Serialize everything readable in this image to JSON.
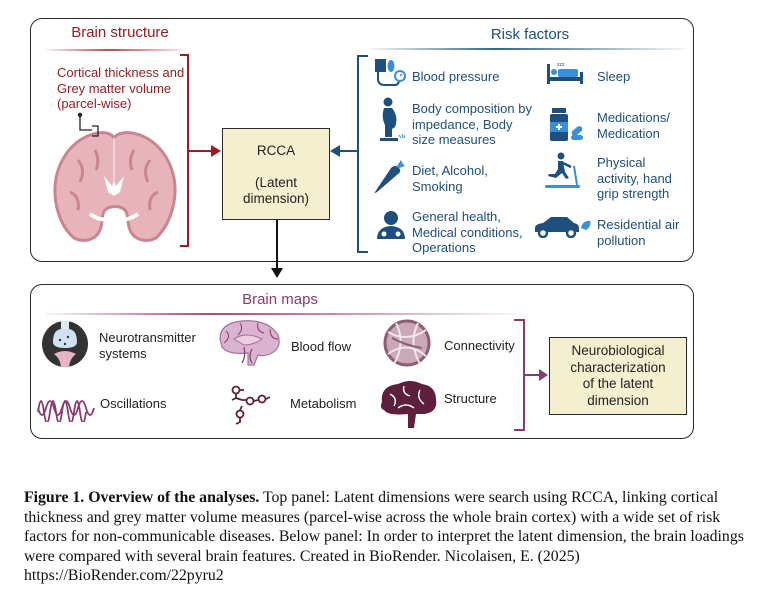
{
  "top_panel": {
    "brain_structure": {
      "title": "Brain structure",
      "measure_lines": [
        "Cortical thickness and",
        "Grey matter volume",
        "(parcel-wise)"
      ],
      "color": "#9b1c22"
    },
    "rcca_box": {
      "line1": "RCCA",
      "line2": "(Latent",
      "line3": "dimension)",
      "fill": "#f3efcf"
    },
    "risk_factors": {
      "title": "Risk factors",
      "color": "#1e4f7e",
      "items": [
        {
          "icon": "blood-pressure-icon",
          "lines": [
            "Blood pressure"
          ]
        },
        {
          "icon": "body-composition-icon",
          "lines": [
            "Body composition by",
            "impedance, Body",
            "size measures"
          ]
        },
        {
          "icon": "carrot-icon",
          "lines": [
            "Diet, Alcohol,",
            "Smoking"
          ]
        },
        {
          "icon": "doctor-icon",
          "lines": [
            "General health,",
            "Medical conditions,",
            "Operations"
          ]
        },
        {
          "icon": "sleep-bed-icon",
          "lines": [
            "Sleep"
          ]
        },
        {
          "icon": "medication-icon",
          "lines": [
            "Medications/",
            "Medication"
          ]
        },
        {
          "icon": "treadmill-icon",
          "lines": [
            "Physical",
            "activity, hand",
            "grip strength"
          ]
        },
        {
          "icon": "car-pollution-icon",
          "lines": [
            "Residential air",
            "pollution"
          ]
        }
      ]
    }
  },
  "bottom_panel": {
    "title": "Brain maps",
    "color": "#8b3a6e",
    "items": [
      {
        "icon": "neurotransmitter-icon",
        "lines": [
          "Neurotransmitter",
          "systems"
        ]
      },
      {
        "icon": "sagittal-brain-icon",
        "lines": [
          "Blood flow"
        ]
      },
      {
        "icon": "connectivity-icon",
        "lines": [
          "Connectivity"
        ]
      },
      {
        "icon": "oscillation-wave-icon",
        "lines": [
          "Oscillations"
        ]
      },
      {
        "icon": "molecule-icon",
        "lines": [
          "Metabolism"
        ]
      },
      {
        "icon": "brain-structure-icon",
        "lines": [
          "Structure"
        ]
      }
    ],
    "result_box": {
      "lines": [
        "Neurobiological",
        "characterization",
        "of the latent",
        "dimension"
      ]
    }
  },
  "caption": {
    "bold": "Figure 1. Overview of the analyses.",
    "text": " Top panel: Latent dimensions were search using RCCA, linking cortical thickness and grey matter volume measures (parcel-wise across the whole brain cortex) with a wide set of risk factors for non-communicable diseases. Below panel: In order to interpret the latent dimension, the brain loadings were compared with several brain features. Created in BioRender. Nicolaisen, E. (2025) https://BioRender.com/22pyru2"
  }
}
